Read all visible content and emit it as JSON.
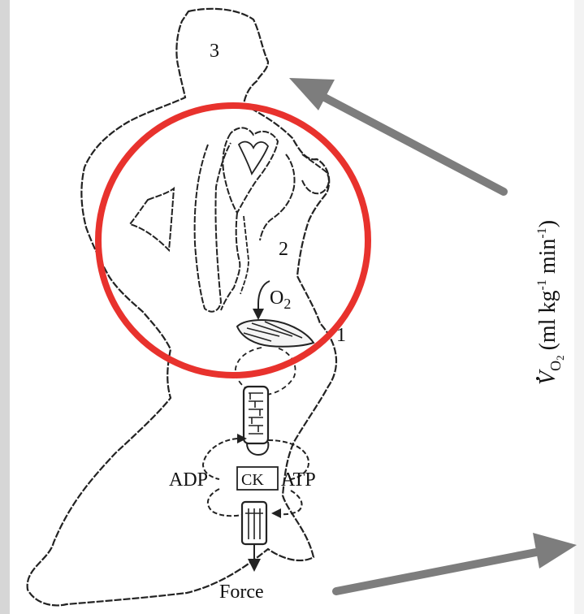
{
  "diagram": {
    "labels": {
      "region_3": "3",
      "region_2": "2",
      "region_1": "1",
      "oxygen": "O",
      "oxygen_subscript": "2",
      "adp": "ADP",
      "ck": "CK",
      "atp": "ATP",
      "force": "Force"
    },
    "axis_label": {
      "symbol": "V",
      "symbol_subscript_main": "O",
      "symbol_subscript_num": "2",
      "units_open": "(ml kg",
      "units_exp1": "-1",
      "units_mid": " min",
      "units_exp2": "-1",
      "units_close": ")"
    },
    "colors": {
      "outline": "#222222",
      "highlight_circle": "#e8322d",
      "arrow_gray": "#7d7d7d",
      "frame_gray": "#d6d6d6"
    },
    "icons": [
      "runner-silhouette",
      "heart-lungs",
      "muscle",
      "mitochondrion",
      "myofibril"
    ]
  }
}
